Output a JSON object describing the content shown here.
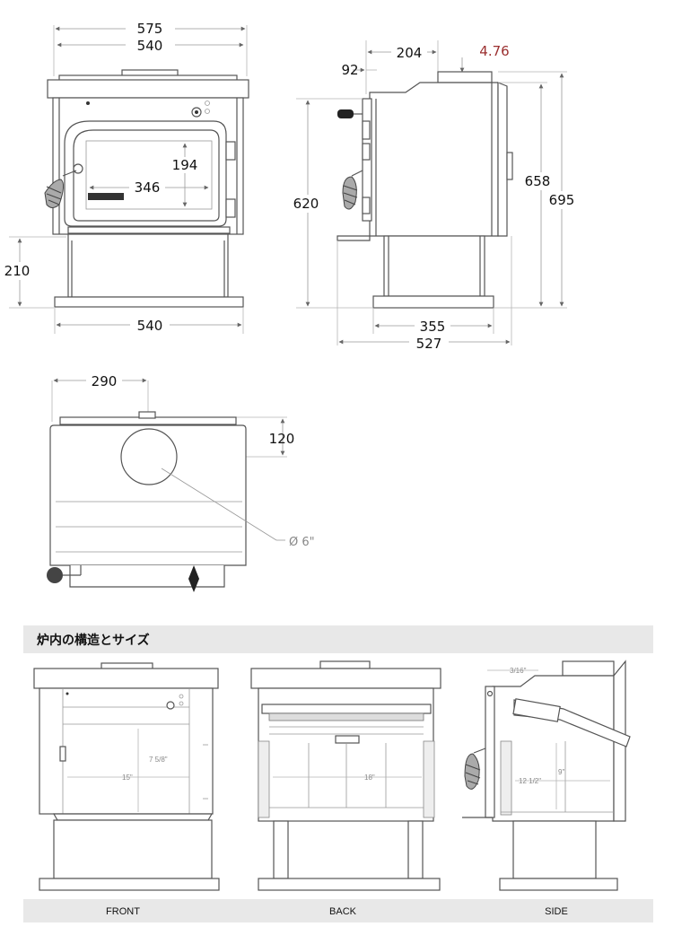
{
  "front_view": {
    "overall_width": "575",
    "top_width": "540",
    "window_height": "194",
    "window_width": "346",
    "leg_height": "210",
    "base_width": "540"
  },
  "side_view": {
    "offset_92": "92",
    "flue_offset": "204",
    "collar_height": "4.76",
    "height_620": "620",
    "height_658": "658",
    "height_695": "695",
    "base_depth": "355",
    "overall_depth": "527"
  },
  "top_view": {
    "flue_from_side": "290",
    "flue_from_back": "120",
    "flue_diameter": "Ø 6\""
  },
  "firebox": {
    "heading": "炉内の構造とサイズ",
    "front_height": "7 5/8\"",
    "front_width": "15\"",
    "back_width": "18\"",
    "side_top": "3/16\"",
    "side_depth": "12 1/2\"",
    "side_height": "9\"",
    "labels": [
      "FRONT",
      "BACK",
      "SIDE"
    ]
  },
  "colors": {
    "dimension_red": "#9b3030",
    "banner": "#e8e8e8"
  }
}
